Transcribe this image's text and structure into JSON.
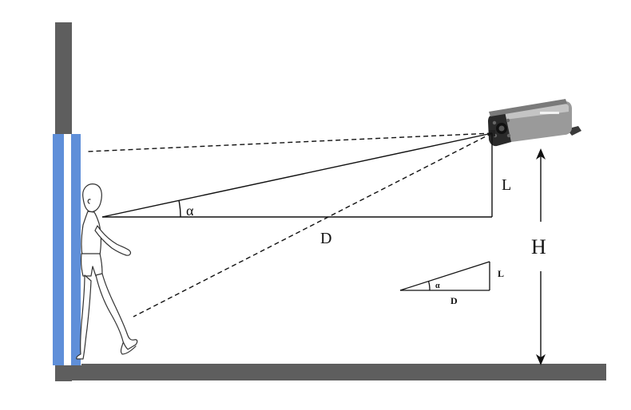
{
  "diagram": {
    "labels": {
      "angle": "α",
      "distance": "D",
      "offset": "L",
      "height": "H"
    },
    "inset": {
      "angle": "α",
      "distance": "D",
      "offset": "L"
    },
    "colors": {
      "wall": "#5e5e5e",
      "floor": "#5e5e5e",
      "door_frame": "#5f8fd9",
      "line": "#111111",
      "camera_body": "#9a9a9a",
      "camera_face": "#2a2a2a"
    },
    "icons": {
      "camera": "cctv-bullet-camera-icon",
      "person": "walking-person-outline-icon"
    }
  }
}
